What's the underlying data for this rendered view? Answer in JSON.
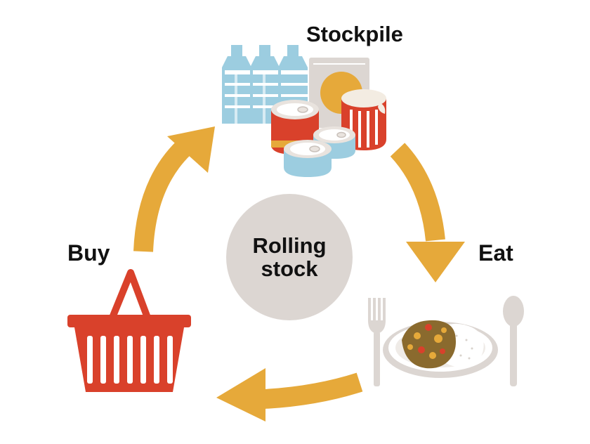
{
  "center": {
    "line1": "Rolling",
    "line2": "stock"
  },
  "stages": {
    "stockpile": "Stockpile",
    "eat": "Eat",
    "buy": "Buy"
  },
  "colors": {
    "arrow": "#e6a93a",
    "red": "#d9412b",
    "blue": "#9ccde0",
    "gray": "#dcd6d2",
    "curry": "#8a6a2e"
  },
  "icons": [
    "water-bottle-icon",
    "canned-food-icon",
    "curry-plate-icon",
    "fork-icon",
    "spoon-icon",
    "shopping-basket-icon"
  ]
}
